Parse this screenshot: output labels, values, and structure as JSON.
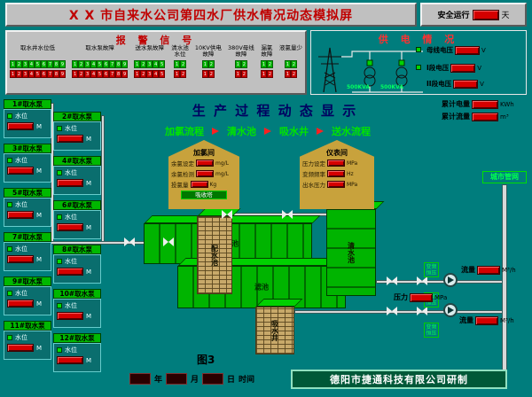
{
  "header": {
    "title": "X X 市自来水公司第四水厂供水情况动态模拟屏",
    "safe_run_label": "安全运行",
    "safe_run_unit": "天"
  },
  "alarm_panel": {
    "title": "报 警 信 号",
    "groups": [
      {
        "label": "取水井水位低",
        "count": 9
      },
      {
        "label": "取水泵故障",
        "count": 9
      },
      {
        "label": "送水泵故障",
        "count": 5
      },
      {
        "label": "清水池\n水位",
        "count": 2
      },
      {
        "label": "10KV供电\n故障",
        "count": 2
      },
      {
        "label": "380V母线\n故障",
        "count": 2
      },
      {
        "label": "漏氯\n故障",
        "count": 2
      },
      {
        "label": "液氯量少",
        "count": 2
      }
    ]
  },
  "power_panel": {
    "title": "供 电 情 况",
    "bus_voltage": {
      "label": "母线电压",
      "unit": "V"
    },
    "section1": {
      "label": "I段电压",
      "unit": "V"
    },
    "section2": {
      "label": "II段电压",
      "unit": "V"
    },
    "transformer1": "500KVA",
    "transformer2": "500KVA"
  },
  "totals": {
    "energy": {
      "label": "累计电量",
      "unit": "KWh"
    },
    "flow": {
      "label": "累计流量",
      "unit": "m³"
    }
  },
  "process": {
    "title": "生 产 过 程 动 态 显 示",
    "steps": [
      "加氯流程",
      "清水池",
      "吸水井",
      "送水流程"
    ]
  },
  "pumps": {
    "labels": [
      "1#取水泵",
      "2#取水泵",
      "3#取水泵",
      "4#取水泵",
      "5#取水泵",
      "6#取水泵",
      "7#取水泵",
      "8#取水泵",
      "9#取水泵",
      "10#取水泵",
      "11#取水泵",
      "12#取水泵"
    ],
    "level_label": "水位",
    "level_unit": "M"
  },
  "chlorine_house": {
    "title": "加氯间",
    "rows": [
      {
        "label": "余氯设定",
        "unit": "mg/L"
      },
      {
        "label": "余氯检测",
        "unit": "mg/L"
      },
      {
        "label": "投氯量",
        "unit": "Kg"
      }
    ],
    "tower_label": "吸收塔"
  },
  "meter_house": {
    "title": "仪表间",
    "rows": [
      {
        "label": "压力设定",
        "unit": "MPa"
      },
      {
        "label": "变频频率",
        "unit": "Hz"
      },
      {
        "label": "出水压力",
        "unit": "MPa"
      }
    ]
  },
  "tanks": [
    "配水池",
    "沉淀池",
    "滤池",
    "清水池",
    "吸水井"
  ],
  "delivery": {
    "network_label": "城市管网",
    "flow1": {
      "label": "流量",
      "unit": "M³/h"
    },
    "pressure": {
      "label": "压力",
      "unit": "MPa"
    },
    "flow2": {
      "label": "流量",
      "unit": "M³/h"
    },
    "pump_tags": [
      "变频恒压",
      "变频恒压",
      "变频恒压"
    ]
  },
  "footer": {
    "figure_label": "图3",
    "date_units": [
      "年",
      "月",
      "日"
    ],
    "time_label": "时间",
    "company": "德阳市捷通科技有限公司研制"
  },
  "colors": {
    "background": "#007d7d",
    "panel": "#c0c0c0",
    "alert_red": "#cc0000",
    "led_green": "#00c800",
    "tank_green": "#00a800"
  }
}
